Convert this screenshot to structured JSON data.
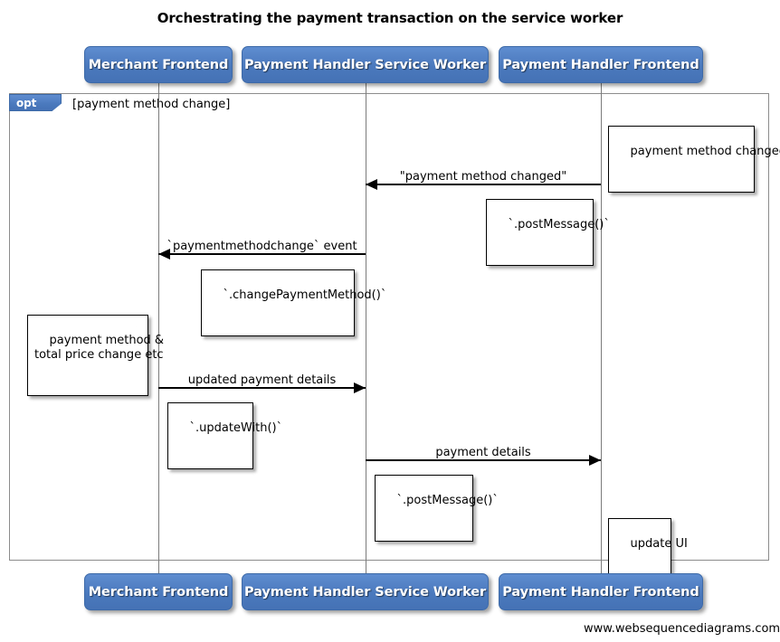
{
  "title": "Orchestrating the payment transaction on the service worker",
  "credit": "www.websequencediagrams.com",
  "colors": {
    "actor_fill": "#4a79bd",
    "actor_text": "#ffffff",
    "frame_border": "#8c8c8c",
    "lifeline": "#7b7b7b",
    "line": "#000000",
    "note_fill": "#ffffff"
  },
  "actors": [
    {
      "id": "merchant-frontend",
      "label": "Merchant Frontend"
    },
    {
      "id": "payment-handler-service-worker",
      "label": "Payment Handler Service Worker"
    },
    {
      "id": "payment-handler-frontend",
      "label": "Payment Handler Frontend"
    }
  ],
  "fragment": {
    "type": "opt",
    "tab_label": "opt",
    "guard": "[payment method change]"
  },
  "messages": [
    {
      "id": "msg-payment-method-changed",
      "label": "\"payment method changed\"",
      "from": "payment-handler-frontend",
      "to": "payment-handler-service-worker",
      "direction": "left"
    },
    {
      "id": "msg-paymentmethodchange-event",
      "label": "`paymentmethodchange` event",
      "from": "payment-handler-service-worker",
      "to": "merchant-frontend",
      "direction": "left"
    },
    {
      "id": "msg-updated-payment-details",
      "label": "updated payment details",
      "from": "merchant-frontend",
      "to": "payment-handler-service-worker",
      "direction": "right"
    },
    {
      "id": "msg-payment-details",
      "label": "payment details",
      "from": "payment-handler-service-worker",
      "to": "payment-handler-frontend",
      "direction": "right"
    }
  ],
  "notes": [
    {
      "id": "note-payment-method-changed",
      "text": "payment method changed"
    },
    {
      "id": "note-post-message-1",
      "text": "`.postMessage()`"
    },
    {
      "id": "note-change-payment-method",
      "text": "`.changePaymentMethod()`"
    },
    {
      "id": "note-payment-method-total-price",
      "text": "payment method &\ntotal price change etc"
    },
    {
      "id": "note-update-with",
      "text": "`.updateWith()`"
    },
    {
      "id": "note-post-message-2",
      "text": "`.postMessage()`"
    },
    {
      "id": "note-update-ui",
      "text": "update UI"
    }
  ]
}
